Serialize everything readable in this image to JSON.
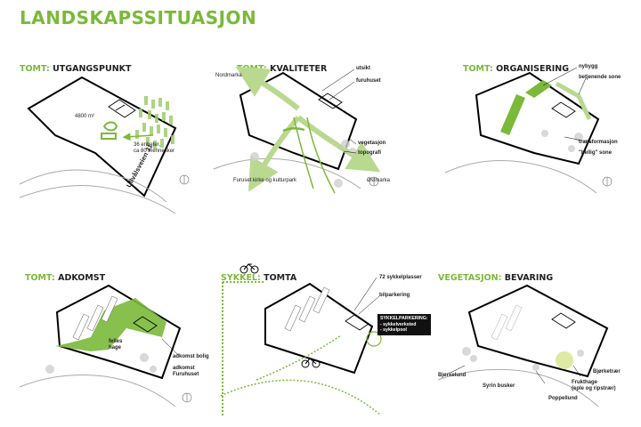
{
  "page": {
    "title": "LANDSKAPSSITUASJON"
  },
  "panels": {
    "p1": {
      "title_green": "TOMT:",
      "title_dark": "UTGANGSPUNKT",
      "area": "4800 m²",
      "units": "36 enheter,",
      "people": "ca 80 mennesker",
      "road": "Ullvålsveien 31"
    },
    "p2": {
      "title_green": "TOMT:",
      "title_dark": "KVALITETER",
      "nordmarka": "Nordmarka",
      "utsikt": "utsikt",
      "furuhuset": "furuhuset",
      "vegetasjon": "vegetasjon",
      "topografi": "topografi",
      "park": "Furuset kirke og kulturpark",
      "ostmarka": "Østmarka"
    },
    "p3": {
      "title_green": "TOMT:",
      "title_dark": "ORGANISERING",
      "nybygg": "nybygg",
      "betjenende": "betjenende sone",
      "transformasjon": "transformasjon",
      "hellig": "\"hellig\" sone"
    },
    "p4": {
      "title_green": "TOMT:",
      "title_dark": "ADKOMST",
      "felles": "felles",
      "hage": "hage",
      "adkomst_bolig": "adkomst bolig",
      "adkomst_furu1": "adkomst",
      "adkomst_furu2": "Furuhuset"
    },
    "p5": {
      "title_green": "SYKKEL:",
      "title_dark": "TOMTA",
      "plasser": "72 sykkelplasser",
      "bilparkering": "bilparkering",
      "box1": "SYKKELPARKERING:",
      "box2": "- sykkelverksted",
      "box3": "- sykkelpool"
    },
    "p6": {
      "title_green": "VEGETASJON:",
      "title_dark": "BEVARING",
      "bjorkelund": "Bjørkelund",
      "syrin": "Syrin busker",
      "poppellund": "Poppellund",
      "frukthage1": "Frukthage",
      "frukthage2": "(eple og ripstrær)",
      "bjorketraer": "Bjørketrær"
    }
  },
  "colors": {
    "accent": "#7ab93a",
    "dark": "#222222"
  }
}
